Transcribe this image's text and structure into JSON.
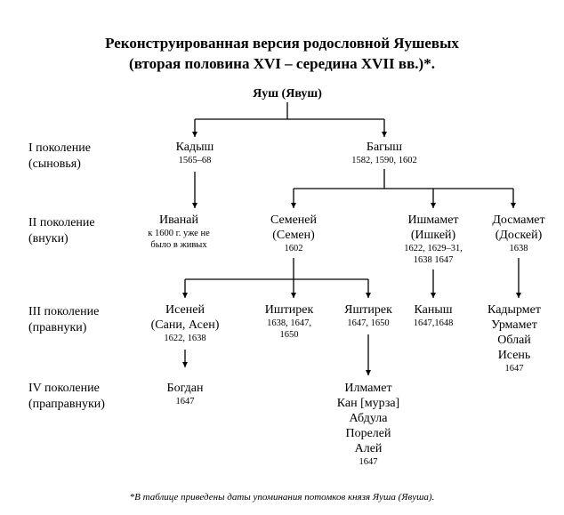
{
  "title": {
    "line1": "Реконструированная версия родословной Яушевых",
    "line2": "(вторая половина XVI – середина XVII вв.)*."
  },
  "generations": [
    {
      "label": "I поколение",
      "sublabel": "(сыновья)"
    },
    {
      "label": "II поколение",
      "sublabel": "(внуки)"
    },
    {
      "label": "III поколение",
      "sublabel": "(правнуки)"
    },
    {
      "label": "IV поколение",
      "sublabel": "(праправнуки)"
    }
  ],
  "nodes": {
    "root": {
      "name": "Яуш (Явуш)"
    },
    "kadysh": {
      "name": "Кадыш",
      "dates": "1565–68"
    },
    "bagysh": {
      "name": "Багыш",
      "dates": "1582, 1590, 1602"
    },
    "ivanay": {
      "name": "Иванай",
      "note1": "к 1600 г. уже не",
      "note2": "было в живых"
    },
    "semeney": {
      "name": "Семеней",
      "alt": "(Семен)",
      "dates": "1602"
    },
    "ishmamet": {
      "name": "Ишмамет",
      "alt": "(Ишкей)",
      "dates1": "1622, 1629–31,",
      "dates2": "1638 1647"
    },
    "dosmamet": {
      "name": "Досмамет",
      "alt": "(Доскей)",
      "dates": "1638"
    },
    "iseney": {
      "name": "Исеней",
      "alt": "(Сани, Асен)",
      "dates": "1622, 1638"
    },
    "ishtirek": {
      "name": "Иштирек",
      "dates1": "1638, 1647,",
      "dates2": "1650"
    },
    "yashtirek": {
      "name": "Яштирек",
      "dates": "1647, 1650"
    },
    "kanysh": {
      "name": "Каныш",
      "dates": "1647,1648"
    },
    "kadyrmet_group": {
      "names": [
        "Кадырмет",
        "Урмамет",
        "Облай",
        "Исень"
      ],
      "dates": "1647"
    },
    "bogdan": {
      "name": "Богдан",
      "dates": "1647"
    },
    "ilmamet_group": {
      "names": [
        "Илмамет",
        "Кан [мурза]",
        "Абдула",
        "Порелей",
        "Алей"
      ],
      "dates": "1647"
    }
  },
  "footnote": "*В таблице приведены даты упоминания потомков князя Яуша (Явуша)."
}
